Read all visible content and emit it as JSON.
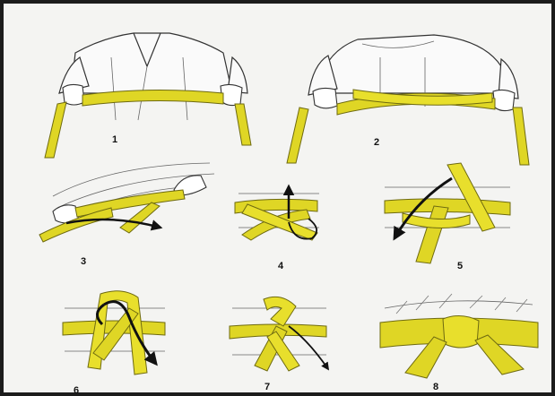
{
  "steps": [
    {
      "number": "1"
    },
    {
      "number": "2"
    },
    {
      "number": "3"
    },
    {
      "number": "4"
    },
    {
      "number": "5"
    },
    {
      "number": "6"
    },
    {
      "number": "7"
    },
    {
      "number": "8"
    }
  ],
  "colors": {
    "belt": "#dfd625",
    "belt_stroke": "#6e6a10",
    "ink": "#222222",
    "arrow": "#111111",
    "background": "#f4f4f2",
    "frame": "#1c1c1c"
  }
}
